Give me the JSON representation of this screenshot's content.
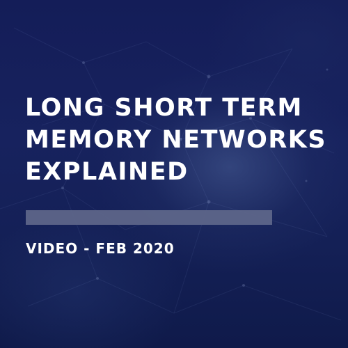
{
  "title": {
    "lines": [
      "LONG SHORT TERM",
      "MEMORY NETWORKS",
      "EXPLAINED"
    ]
  },
  "meta": {
    "label": "VIDEO - FEB 2020"
  }
}
